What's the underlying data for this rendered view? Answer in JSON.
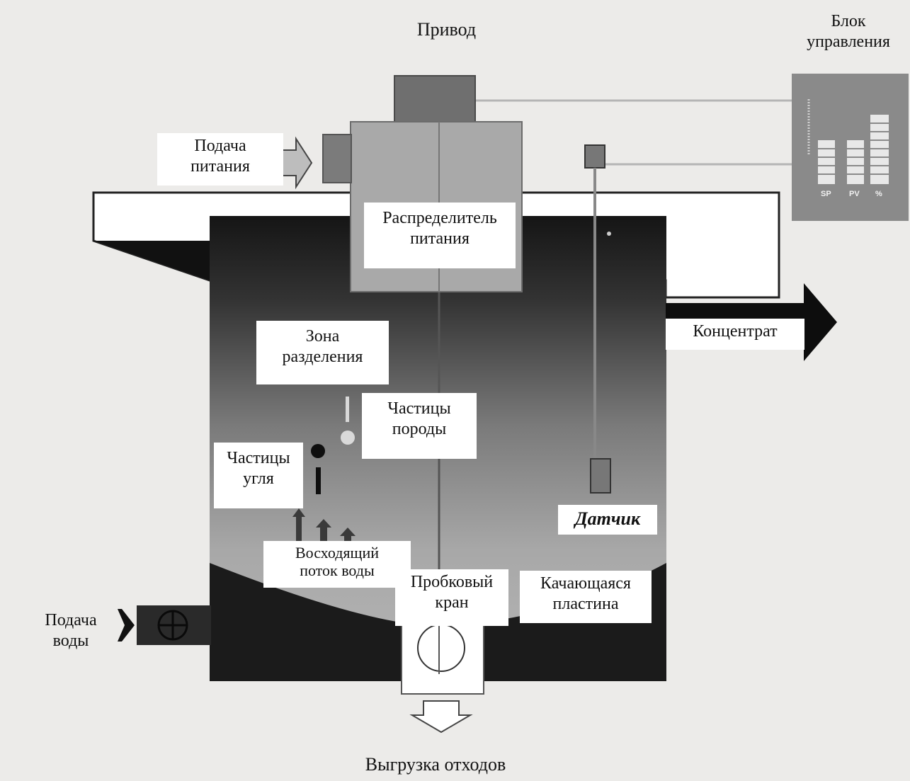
{
  "labels": {
    "drive": "Привод",
    "control_unit": [
      "Блок",
      "управления"
    ],
    "feed": [
      "Подача",
      "питания"
    ],
    "feed_distributor": [
      "Распределитель",
      "питания"
    ],
    "separation_zone": [
      "Зона",
      "разделения"
    ],
    "rock_particles": [
      "Частицы",
      "породы"
    ],
    "coal_particles": [
      "Частицы",
      "угля"
    ],
    "sensor": "Датчик",
    "upward_water_flow": [
      "Восходящий",
      "поток воды"
    ],
    "plug_valve": [
      "Пробковый",
      "кран"
    ],
    "swing_plate": [
      "Качающаяся",
      "пластина"
    ],
    "water_supply": [
      "Подача",
      "воды"
    ],
    "concentrate": "Концентрат",
    "waste_discharge": "Выгрузка отходов"
  },
  "control_panel": {
    "bar_labels": [
      "SP",
      "PV",
      "%"
    ]
  },
  "colors": {
    "tank_dark": "#1e1e1e",
    "tank_mid": "#8e8e8e",
    "launder": "#ffffff",
    "drive_block": "#6f6f6f",
    "distributor": "#a9a9a9",
    "control_panel": "#8a8a8a",
    "arrow_dark": "#111111"
  }
}
